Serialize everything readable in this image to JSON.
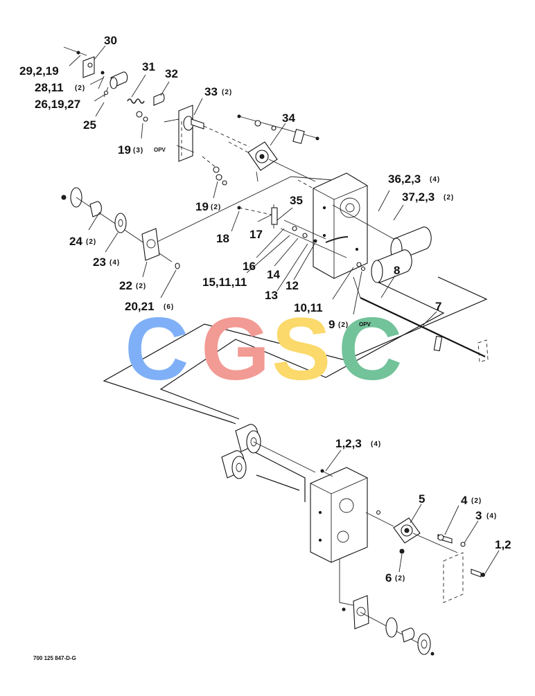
{
  "drawing_code": "700 125 847-D-G",
  "watermark": {
    "letters": [
      "C",
      "G",
      "S",
      "C"
    ],
    "colors": [
      "#7fb0f7",
      "#f29a94",
      "#fbd96a",
      "#72c29a"
    ]
  },
  "callouts": {
    "c30": "30",
    "c29": "29,2,19",
    "c28": "28,11",
    "c28q": "(2)",
    "c26": "26,19,27",
    "c25": "25",
    "c31": "31",
    "c32": "32",
    "c33": "33",
    "c33q": "(2)",
    "c19a": "19",
    "c19aq": "(3)",
    "c19aopv": "OPV",
    "c19b": "19",
    "c19bq": "(2)",
    "c34": "34",
    "c36": "36,2,3",
    "c36q": "(4)",
    "c37": "37,2,3",
    "c37q": "(2)",
    "c35": "35",
    "c17": "17",
    "c18": "18",
    "c16": "16",
    "c15": "15,11,11",
    "c14": "14",
    "c13": "13",
    "c12": "12",
    "c8": "8",
    "c7": "7",
    "c10": "10,11",
    "c9": "9",
    "c9q": "(2)",
    "c9opv": "OPV",
    "c24": "24",
    "c24q": "(2)",
    "c23": "23",
    "c23q": "(4)",
    "c22": "22",
    "c22q": "(2)",
    "c20": "20,21",
    "c20q": "(6)",
    "c1": "1,2,3",
    "c1q": "(4)",
    "c5": "5",
    "c4": "4",
    "c4q": "(2)",
    "c3": "3",
    "c3q": "(4)",
    "c1b": "1,2",
    "c6": "6",
    "c6q": "(2)"
  }
}
